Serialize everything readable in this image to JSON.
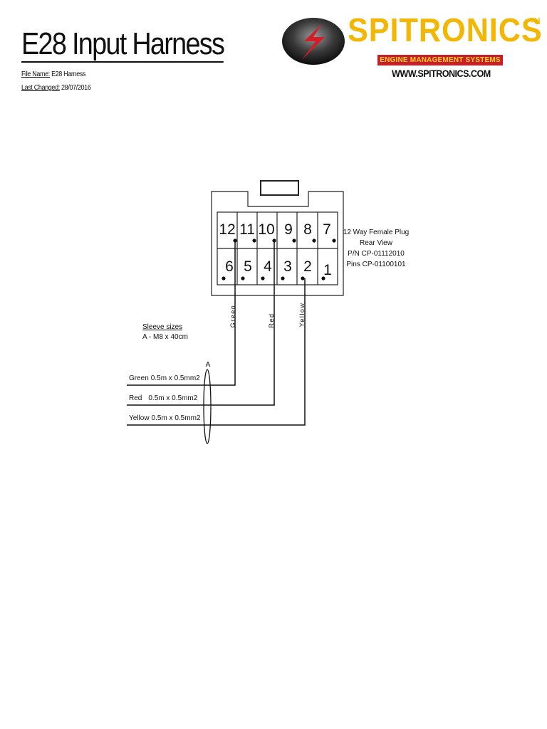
{
  "header": {
    "title": "E28 Input Harness",
    "file_name_label": "File Name:",
    "file_name_value": "E28 Harness",
    "last_changed_label": "Last Changed:",
    "last_changed_value": "28/07/2016"
  },
  "logo": {
    "brand": "SPITRONICS",
    "trademark": "TM",
    "tagline": "ENGINE MANAGEMENT SYSTEMS",
    "url": "WWW.SPITRONICS.COM",
    "colors": {
      "brand": "#f2b705",
      "tagline_bg": "#c8202a",
      "tagline_text": "#ffd21f"
    }
  },
  "connector": {
    "top_row": [
      "12",
      "11",
      "10",
      "9",
      "8",
      "7"
    ],
    "bottom_row": [
      "6",
      "5",
      "4",
      "3",
      "2",
      "1"
    ],
    "description": [
      "12 Way Female Plug",
      "Rear View",
      "P/N CP-01112010",
      "Pins CP-01100101"
    ]
  },
  "wire_labels": [
    "Green",
    "Red",
    "Yellow"
  ],
  "sleeve": {
    "title": "Sleeve sizes",
    "entry": "A - M8 x 40cm",
    "marker": "A"
  },
  "wires": [
    {
      "name": "Green",
      "spec": "0.5m x 0.5mm2"
    },
    {
      "name": "Red",
      "spec": "0.5m x 0.5mm2"
    },
    {
      "name": "Yellow",
      "spec": "0.5m x 0.5mm2"
    }
  ]
}
